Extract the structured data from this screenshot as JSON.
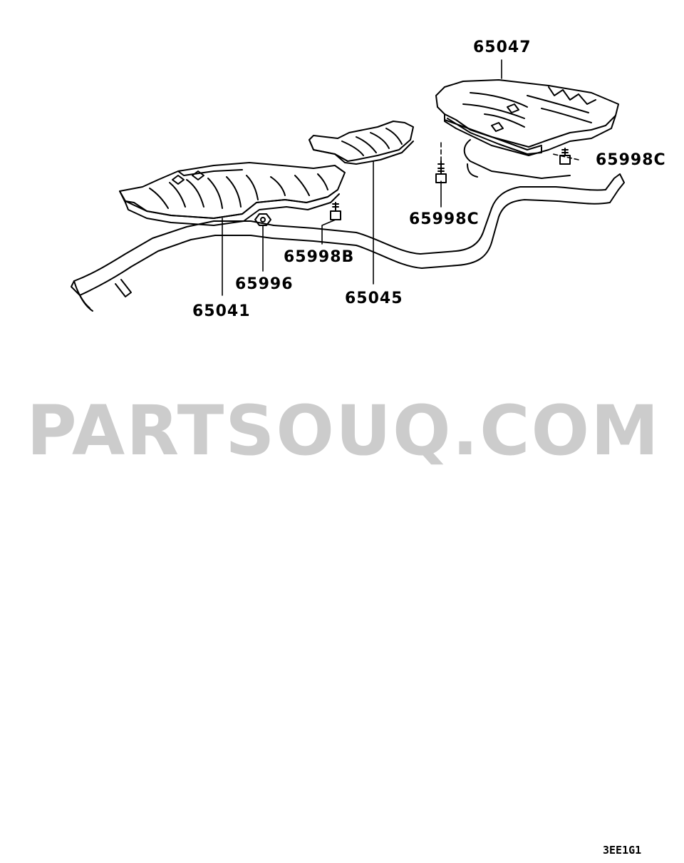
{
  "callouts": {
    "p65047": "65047",
    "p65998C_right": "65998C",
    "p65998C_left": "65998C",
    "p65998B": "65998B",
    "p65996": "65996",
    "p65045": "65045",
    "p65041": "65041"
  },
  "watermark": "PARTSOUQ.COM",
  "figure_code": "3EE1G1",
  "colors": {
    "line": "#000000",
    "watermark": "#cccccc",
    "background": "#ffffff"
  }
}
